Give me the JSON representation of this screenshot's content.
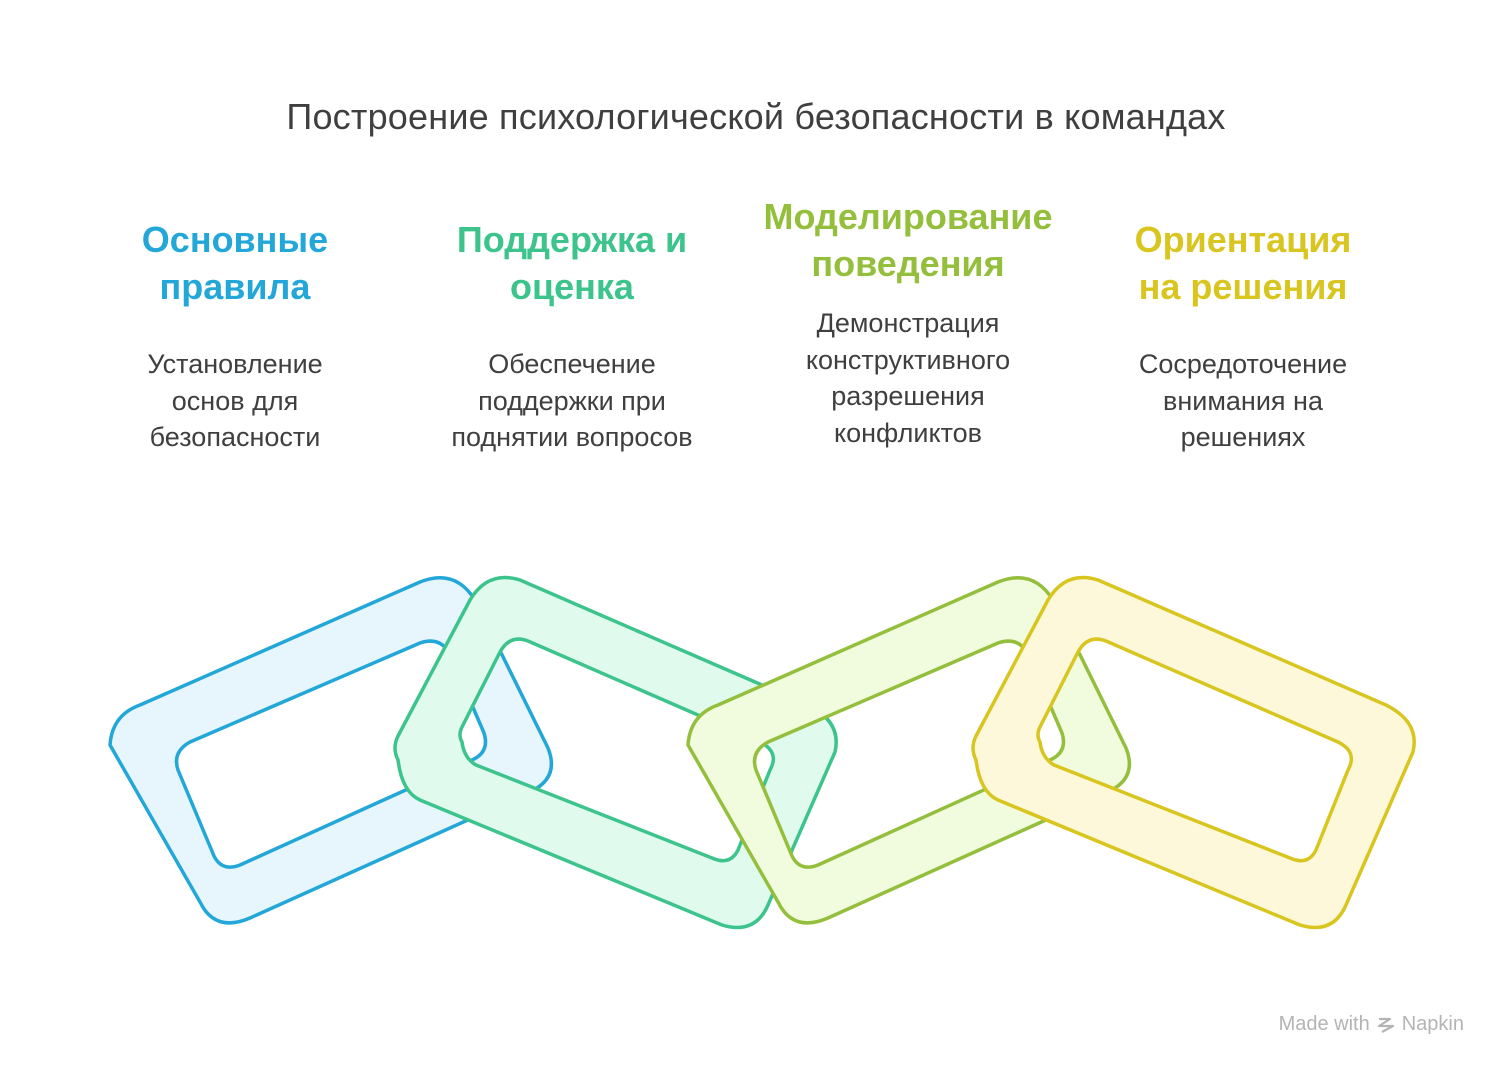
{
  "title": "Построение психологической безопасности в командах",
  "items": [
    {
      "heading": [
        "Основные",
        "правила"
      ],
      "text": [
        "Установление",
        "основ для",
        "безопасности"
      ],
      "color": "#22a7d8",
      "fill": "#e6f6fc"
    },
    {
      "heading": [
        "Поддержка и",
        "оценка"
      ],
      "text": [
        "Обеспечение",
        "поддержки при",
        "поднятии вопросов"
      ],
      "color": "#3cc48c",
      "fill": "#e0faee"
    },
    {
      "heading": [
        "Моделирование",
        "поведения"
      ],
      "text": [
        "Демонстрация",
        "конструктивного",
        "разрешения",
        "конфликтов"
      ],
      "color": "#94bf3c",
      "fill": "#f1fbdd"
    },
    {
      "heading": [
        "Ориентация",
        "на решения"
      ],
      "text": [
        "Сосредоточение",
        "внимания на",
        "решениях"
      ],
      "color": "#d9c51f",
      "fill": "#fdf8d9"
    }
  ],
  "watermark": {
    "made_with": "Made with",
    "brand": "Napkin"
  }
}
